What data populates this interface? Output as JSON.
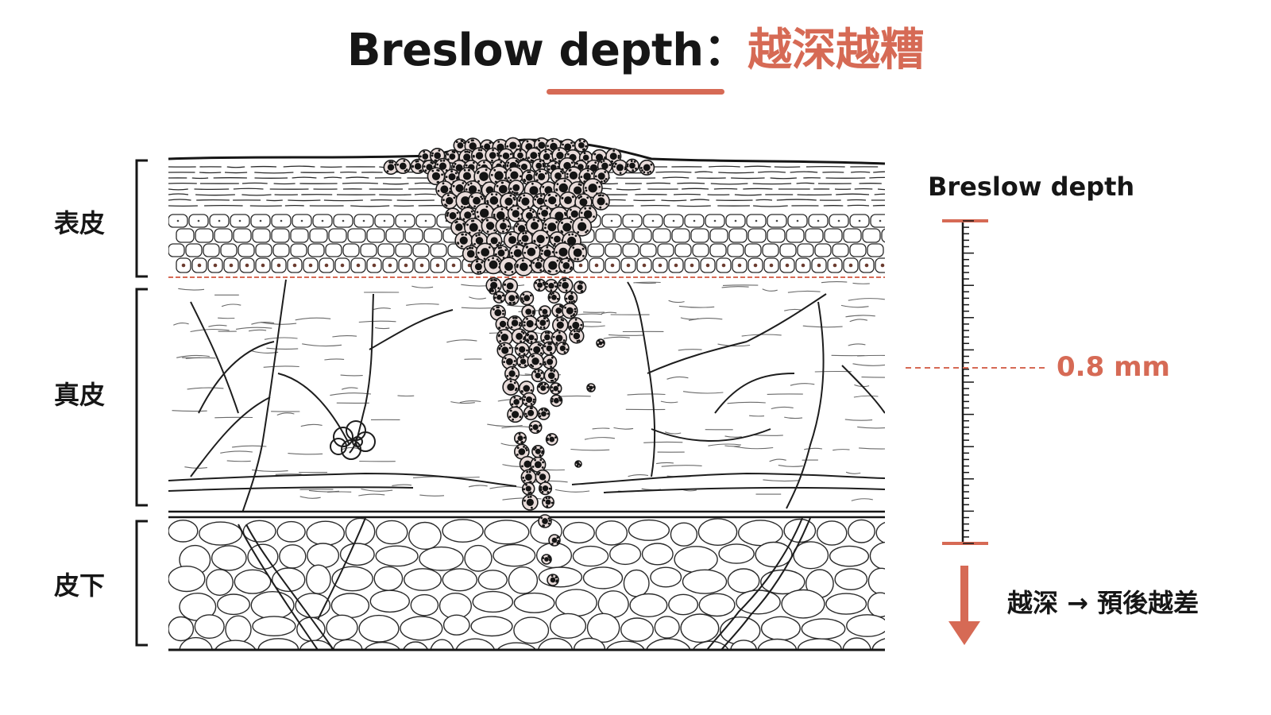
{
  "title": {
    "main": "Breslow depth：",
    "accent": "越深越糟"
  },
  "layers": {
    "epidermis": "表皮",
    "dermis": "真皮",
    "subcutis": "皮下"
  },
  "ruler": {
    "label": "Breslow depth",
    "depth_value": "0.8 mm",
    "prognosis": "越深 → 預後越差"
  },
  "colors": {
    "accent": "#d66a55",
    "ink": "#161616",
    "background": "#ffffff"
  }
}
